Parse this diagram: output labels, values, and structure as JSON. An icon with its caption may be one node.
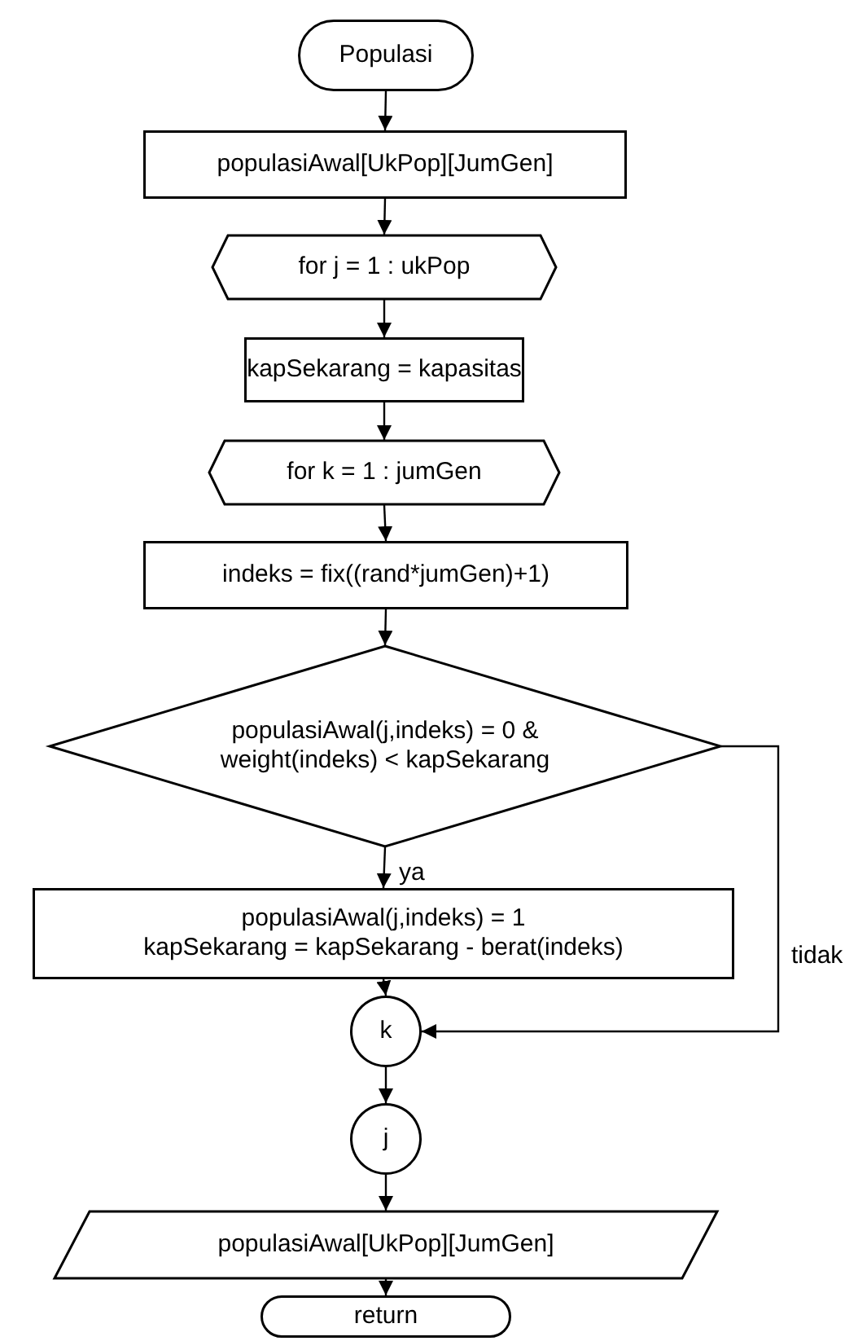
{
  "diagram": {
    "nodes": [
      {
        "text": [
          "Populasi"
        ]
      },
      {
        "text": [
          "populasiAwal[UkPop][JumGen]"
        ]
      },
      {
        "text": [
          "for j = 1 : ukPop"
        ]
      },
      {
        "text": [
          "kapSekarang = kapasitas"
        ]
      },
      {
        "text": [
          "for k = 1 : jumGen"
        ]
      },
      {
        "text": [
          "indeks = fix((rand*jumGen)+1)"
        ]
      },
      {
        "text": [
          "populasiAwal(j,indeks) = 0 & weight(indeks) < kapSekarang"
        ]
      },
      {
        "text": [
          "populasiAwal(j,indeks) = 1",
          "kapSekarang = kapSekarang - berat(indeks)"
        ]
      },
      {
        "text": [
          "k"
        ]
      },
      {
        "text": [
          "j"
        ]
      },
      {
        "text": [
          "populasiAwal[UkPop][JumGen]"
        ]
      },
      {
        "text": [
          "return"
        ]
      }
    ],
    "edges": [
      {
        "from": 0,
        "to": 1,
        "arrow": "to"
      },
      {
        "from": 1,
        "to": 2,
        "arrow": "to"
      },
      {
        "from": 2,
        "to": 3,
        "arrow": "to"
      },
      {
        "from": 3,
        "to": 4,
        "arrow": "to"
      },
      {
        "from": 4,
        "to": 5,
        "arrow": "to"
      },
      {
        "from": 5,
        "to": 6,
        "arrow": "to"
      },
      {
        "from": 6,
        "to": 7,
        "arrow": "to",
        "label": "ya"
      },
      {
        "from": 6,
        "to": 8,
        "arrow": "to",
        "label": "tidak"
      },
      {
        "from": 7,
        "to": 8,
        "arrow": "to"
      },
      {
        "from": 8,
        "to": 9,
        "arrow": "to"
      },
      {
        "from": 9,
        "to": 10,
        "arrow": "to"
      },
      {
        "from": 10,
        "to": 11,
        "arrow": "to"
      }
    ]
  }
}
